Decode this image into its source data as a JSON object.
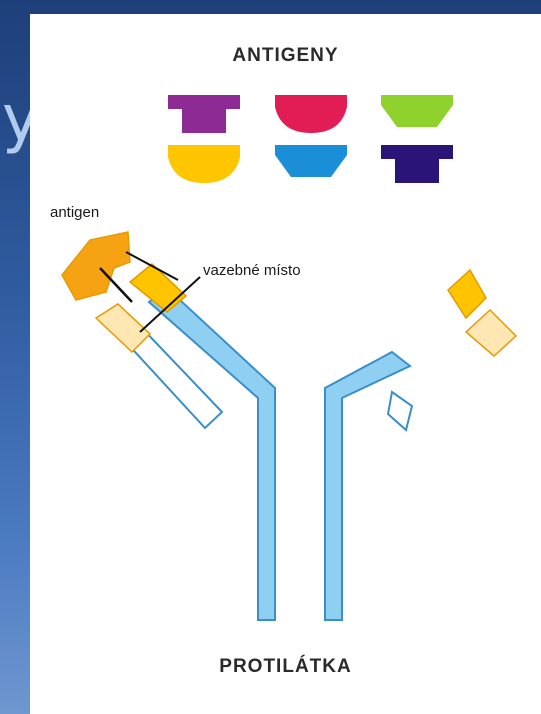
{
  "backdrop": {
    "letter": "y"
  },
  "diagram": {
    "title": "ANTIGENY",
    "antibody_label": "PROTILÁTKA",
    "antigen_label": "antigen",
    "binding_site_label": "vazebné místo",
    "antigen_colors": [
      "#8e2a93",
      "#e21d56",
      "#8fd12d",
      "#ffc600",
      "#1a8fd8",
      "#2a1477"
    ],
    "palette": {
      "heavy_chain_fill": "#8fd0f2",
      "heavy_chain_stroke": "#3a8fc8",
      "light_chain_fill": "#ffffff",
      "variable_region": "#ffc400",
      "variable_stroke": "#e69a00",
      "bound_antigen": "#f6a313"
    }
  }
}
